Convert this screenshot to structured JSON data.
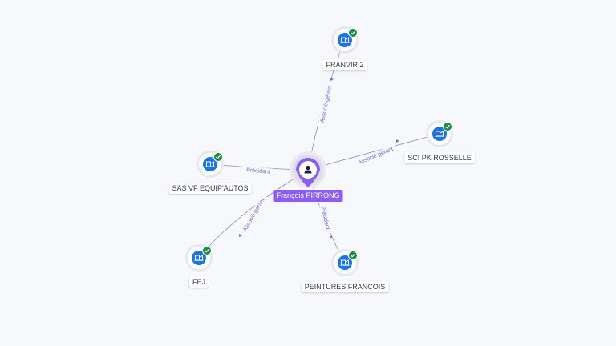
{
  "center": {
    "name": "François PIRRONG",
    "icon": "person-icon",
    "color": "#8b5cf6"
  },
  "colors": {
    "node_ring": "#e6e8ef",
    "company_fill": "#1a73e8",
    "verified": "#1e8e3e",
    "edge": "#8b8fb8",
    "edge_label": "#6e6bd6"
  },
  "companies": [
    {
      "id": "franvir-2",
      "name": "FRANVIR 2",
      "role": "Associé-gérant",
      "icon": "building-icon",
      "verified_icon": "check-icon"
    },
    {
      "id": "sci-pk-rosselle",
      "name": "SCI PK ROSSELLE",
      "role": "Associé-gérant",
      "icon": "building-icon",
      "verified_icon": "check-icon"
    },
    {
      "id": "sas-vf-equip-autos",
      "name": "SAS VF EQUIP'AUTOS",
      "role": "Président",
      "icon": "building-icon",
      "verified_icon": "check-icon"
    },
    {
      "id": "fej",
      "name": "FEJ",
      "role": "Associé-gérant",
      "icon": "building-icon",
      "verified_icon": "check-icon"
    },
    {
      "id": "peintures-francois",
      "name": "PEINTURES FRANCOIS",
      "role": "Président",
      "icon": "building-icon",
      "verified_icon": "check-icon"
    }
  ]
}
